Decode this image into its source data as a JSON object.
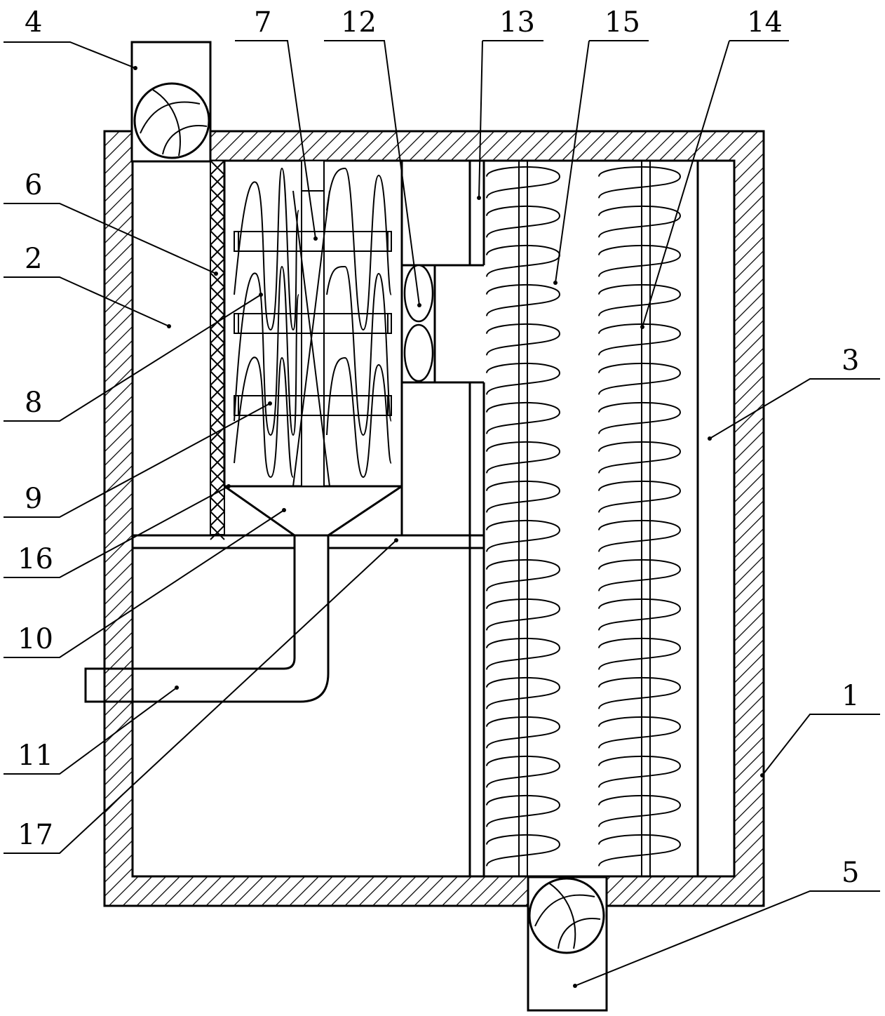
{
  "labels": {
    "l1": "1",
    "l2": "2",
    "l3": "3",
    "l4": "4",
    "l5": "5",
    "l6": "6",
    "l7": "7",
    "l8": "8",
    "l9": "9",
    "l10": "10",
    "l11": "11",
    "l12": "12",
    "l13": "13",
    "l14": "14",
    "l15": "15",
    "l16": "16",
    "l17": "17"
  },
  "colors": {
    "stroke": "#000000",
    "background": "#ffffff"
  },
  "icons": {
    "fan": "fan-icon",
    "hatch": "hatched-wall"
  }
}
